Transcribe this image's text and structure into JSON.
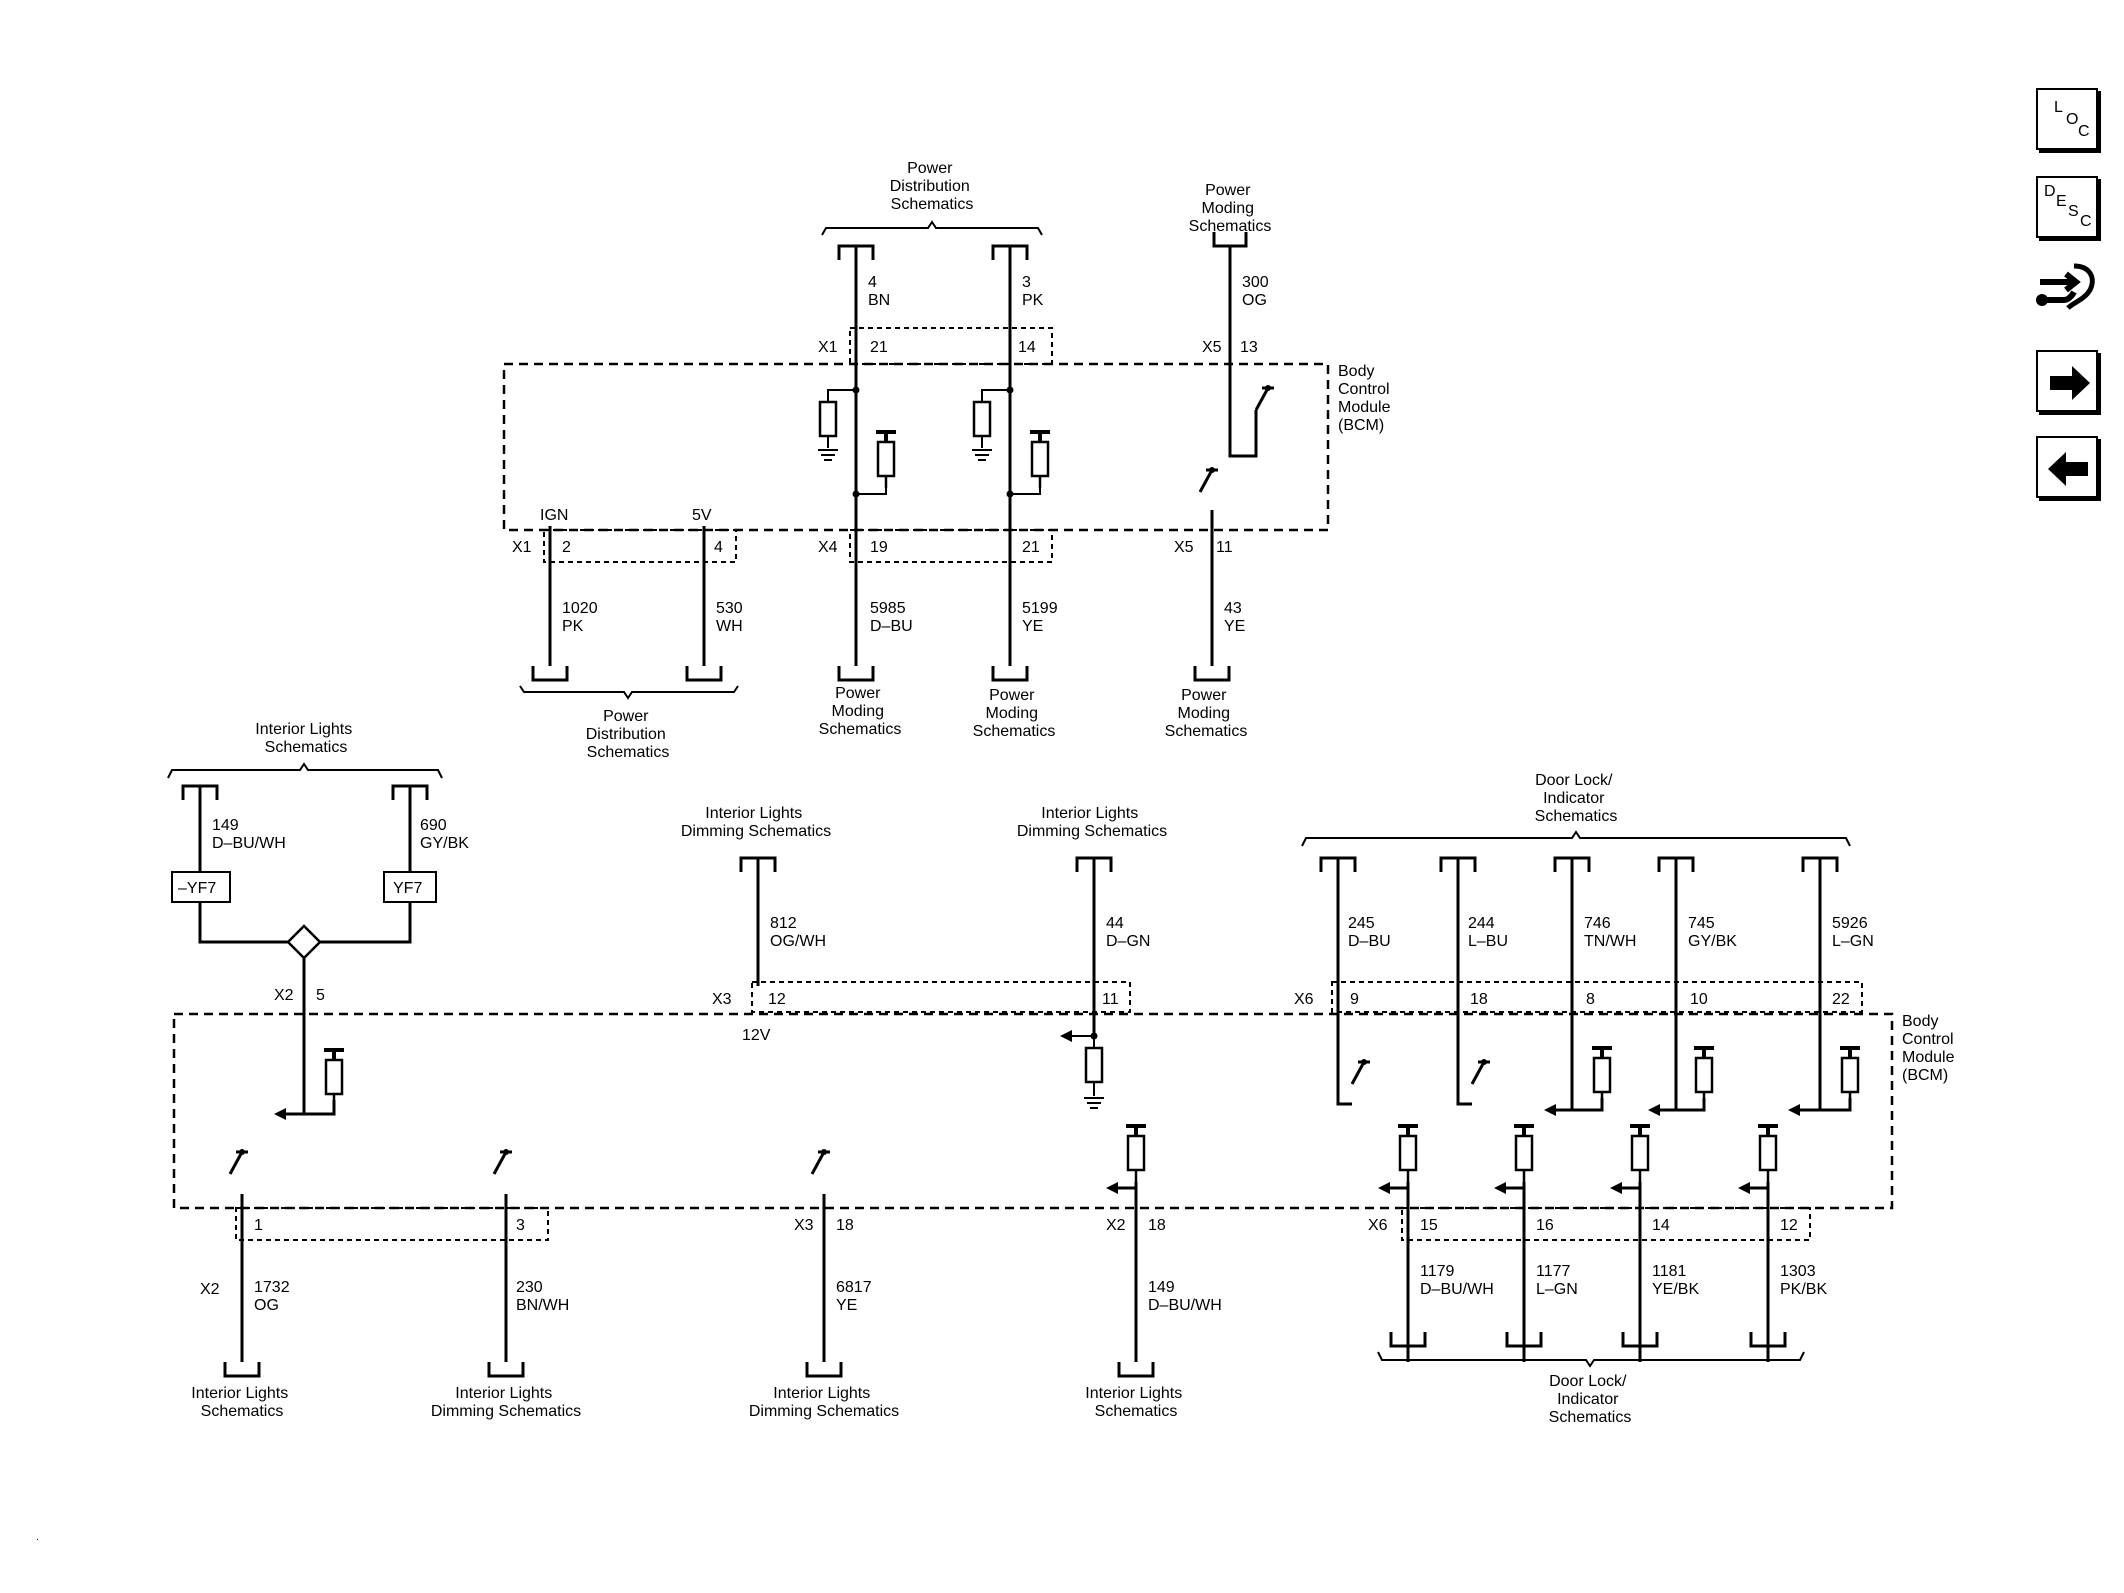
{
  "toolbar": {
    "loc": {
      "l1": "L",
      "l2": "O",
      "l3": "C"
    },
    "desc": {
      "l1": "D",
      "l2": "E",
      "l3": "S",
      "l4": "C"
    }
  },
  "modules": {
    "bcm": [
      "Body",
      "Control",
      "Module",
      "(BCM)"
    ]
  },
  "refs": {
    "power_dist": [
      "Power",
      "Distribution",
      "Schematics"
    ],
    "power_moding": [
      "Power",
      "Moding",
      "Schematics"
    ],
    "interior_lights": [
      "Interior Lights",
      "Schematics"
    ],
    "interior_dimming": [
      "Interior Lights",
      "Dimming Schematics"
    ],
    "door_lock": [
      "Door Lock/",
      "Indicator",
      "Schematics"
    ]
  },
  "top": {
    "x1": "X1",
    "x1_pin21": "21",
    "x1_pin14": "14",
    "x5": "X5",
    "x5_pin13": "13",
    "w4": {
      "num": "4",
      "color": "BN"
    },
    "w3": {
      "num": "3",
      "color": "PK"
    },
    "w300": {
      "num": "300",
      "color": "OG"
    },
    "ign": "IGN",
    "v5": "5V",
    "x1b": "X1",
    "x1b_pin2": "2",
    "x1b_pin4": "4",
    "x4": "X4",
    "x4_pin19": "19",
    "x4_pin21": "21",
    "x5b": "X5",
    "x5b_pin11": "11",
    "w1020": {
      "num": "1020",
      "color": "PK"
    },
    "w530": {
      "num": "530",
      "color": "WH"
    },
    "w5985": {
      "num": "5985",
      "color": "D–BU"
    },
    "w5199": {
      "num": "5199",
      "color": "YE"
    },
    "w43": {
      "num": "43",
      "color": "YE"
    }
  },
  "bottom": {
    "w149a": {
      "num": "149",
      "color": "D–BU/WH"
    },
    "w690": {
      "num": "690",
      "color": "GY/BK"
    },
    "yf7a": "–YF7",
    "yf7b": "YF7",
    "x2": "X2",
    "x2_pin5": "5",
    "w812": {
      "num": "812",
      "color": "OG/WH"
    },
    "w44": {
      "num": "44",
      "color": "D–GN"
    },
    "x3": "X3",
    "x3_pin12": "12",
    "x3_pin11": "11",
    "v12": "12V",
    "w245": {
      "num": "245",
      "color": "D–BU"
    },
    "w244": {
      "num": "244",
      "color": "L–BU"
    },
    "w746": {
      "num": "746",
      "color": "TN/WH"
    },
    "w745": {
      "num": "745",
      "color": "GY/BK"
    },
    "w5926": {
      "num": "5926",
      "color": "L–GN"
    },
    "x6": "X6",
    "x6_pin9": "9",
    "x6_pin18": "18",
    "x6_pin8": "8",
    "x6_pin10": "10",
    "x6_pin22": "22",
    "pin1": "1",
    "pin3": "3",
    "x2b": "X2",
    "x3b": "X3",
    "x3b_pin18": "18",
    "x2c": "X2",
    "x2c_pin18": "18",
    "x6b": "X6",
    "x6b_pin15": "15",
    "x6b_pin16": "16",
    "x6b_pin14": "14",
    "x6b_pin12": "12",
    "w1732": {
      "num": "1732",
      "color": "OG"
    },
    "w230": {
      "num": "230",
      "color": "BN/WH"
    },
    "w6817": {
      "num": "6817",
      "color": "YE"
    },
    "w149b": {
      "num": "149",
      "color": "D–BU/WH"
    },
    "w1179": {
      "num": "1179",
      "color": "D–BU/WH"
    },
    "w1177": {
      "num": "1177",
      "color": "L–GN"
    },
    "w1181": {
      "num": "1181",
      "color": "YE/BK"
    },
    "w1303": {
      "num": "1303",
      "color": "PK/BK"
    }
  },
  "corner_mark": "."
}
